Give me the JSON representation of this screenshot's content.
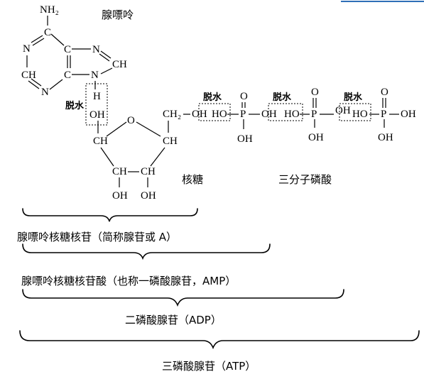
{
  "colors": {
    "ink": "#000000",
    "background": "#ffffff",
    "top_line": "#2e6fb7"
  },
  "labels": {
    "adenine": "腺嘌呤",
    "ribose": "核糖",
    "phosphates": "三分子磷酸",
    "dehydration": "脱水"
  },
  "atoms": {
    "NH2": "NH₂",
    "N": "N",
    "C": "C",
    "CH": "CH",
    "H": "H",
    "OH": "OH",
    "O": "O",
    "P": "P",
    "CH2": "CH₂",
    "HO": "HO"
  },
  "captions": {
    "adenosine": "腺嘌呤核糖核苷（简称腺苷或 A）",
    "amp": "腺嘌呤核糖核苷酸（也称一磷酸腺苷，AMP）",
    "adp": "二磷酸腺苷（ADP）",
    "atp": "三磷酸腺苷（ATP）"
  }
}
